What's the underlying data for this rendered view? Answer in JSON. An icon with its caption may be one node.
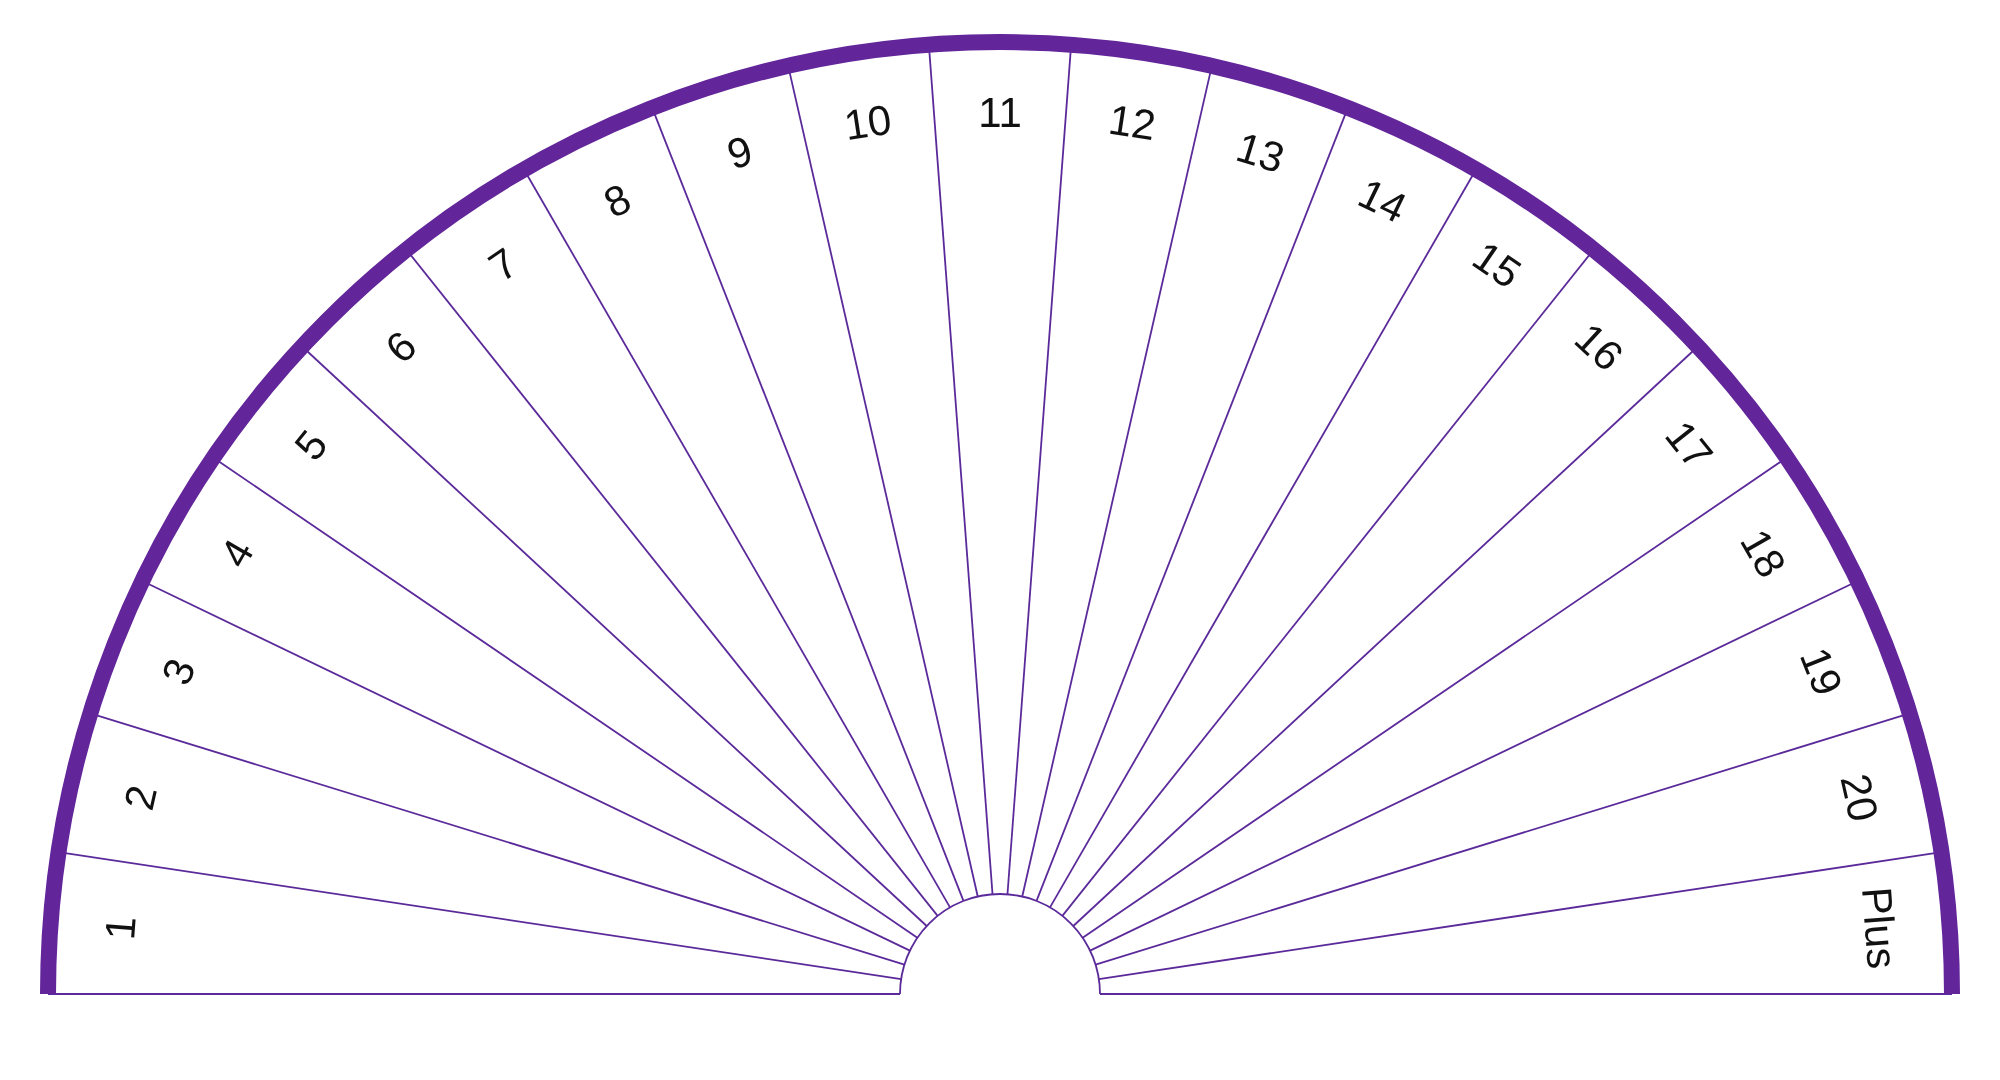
{
  "diagram": {
    "labels": [
      "1",
      "2",
      "3",
      "4",
      "5",
      "6",
      "7",
      "8",
      "9",
      "10",
      "11",
      "12",
      "13",
      "14",
      "15",
      "16",
      "17",
      "18",
      "19",
      "20",
      "Plus"
    ]
  }
}
